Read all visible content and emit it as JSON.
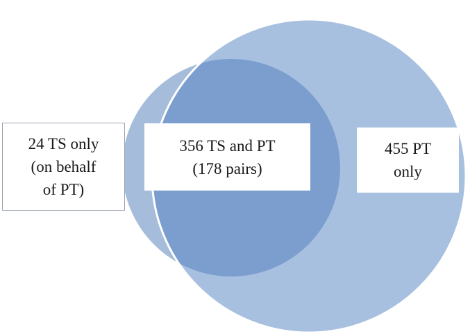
{
  "colors": {
    "ts_circle": "#a6bcdb",
    "pt_circle": "#a8c0e0",
    "overlap": "#7b9ecf",
    "outline": "#ffffff"
  },
  "regions": {
    "ts_only": {
      "lines": [
        "24 TS  only",
        "(on behalf",
        "of PT)"
      ]
    },
    "ts_and_pt": {
      "lines": [
        "356  TS and PT",
        "(178  pairs)"
      ]
    },
    "pt_only": {
      "lines": [
        "455  PT",
        "only"
      ]
    }
  }
}
